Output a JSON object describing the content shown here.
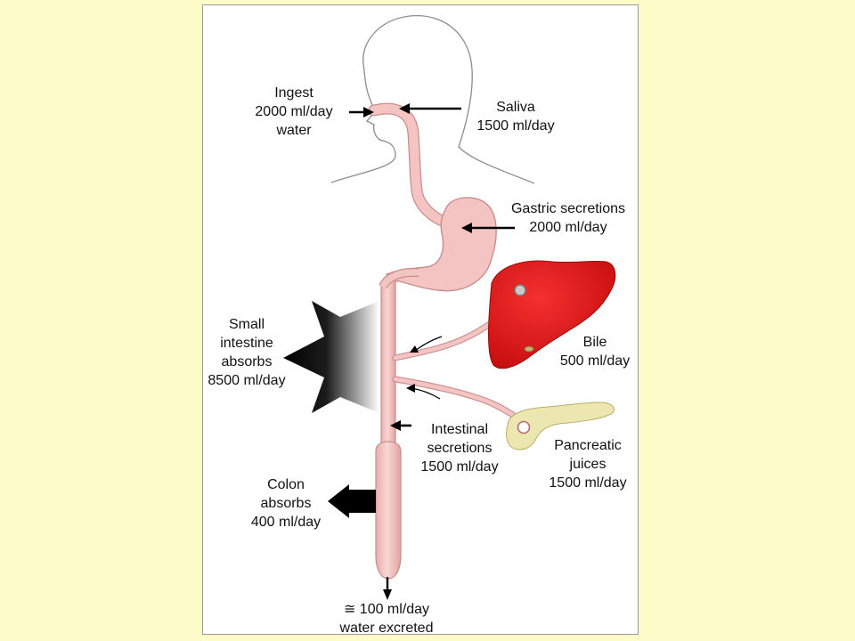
{
  "labels": {
    "ingest": {
      "line1": "Ingest",
      "line2": "2000 ml/day",
      "line3": "water"
    },
    "saliva": {
      "line1": "Saliva",
      "line2": "1500 ml/day"
    },
    "gastric": {
      "line1": "Gastric secretions",
      "line2": "2000 ml/day"
    },
    "bile": {
      "line1": "Bile",
      "line2": "500 ml/day"
    },
    "small_intestine": {
      "line1": "Small",
      "line2": "intestine",
      "line3": "absorbs",
      "line4": "8500 ml/day"
    },
    "intestinal": {
      "line1": "Intestinal",
      "line2": "secretions",
      "line3": "1500 ml/day"
    },
    "pancreatic": {
      "line1": "Pancreatic",
      "line2": "juices",
      "line3": "1500 ml/day"
    },
    "colon": {
      "line1": "Colon",
      "line2": "absorbs",
      "line3": "400 ml/day"
    },
    "excreted": {
      "line1": "≅ 100 ml/day",
      "line2": "water excreted"
    }
  },
  "colors": {
    "slide_background": "#fefcc8",
    "gi_tract": "#f4c4c2",
    "gi_tract_outline": "#c88e8c",
    "liver": "#e01818",
    "pancreas": "#ece6b0",
    "arrow": "#000000"
  }
}
